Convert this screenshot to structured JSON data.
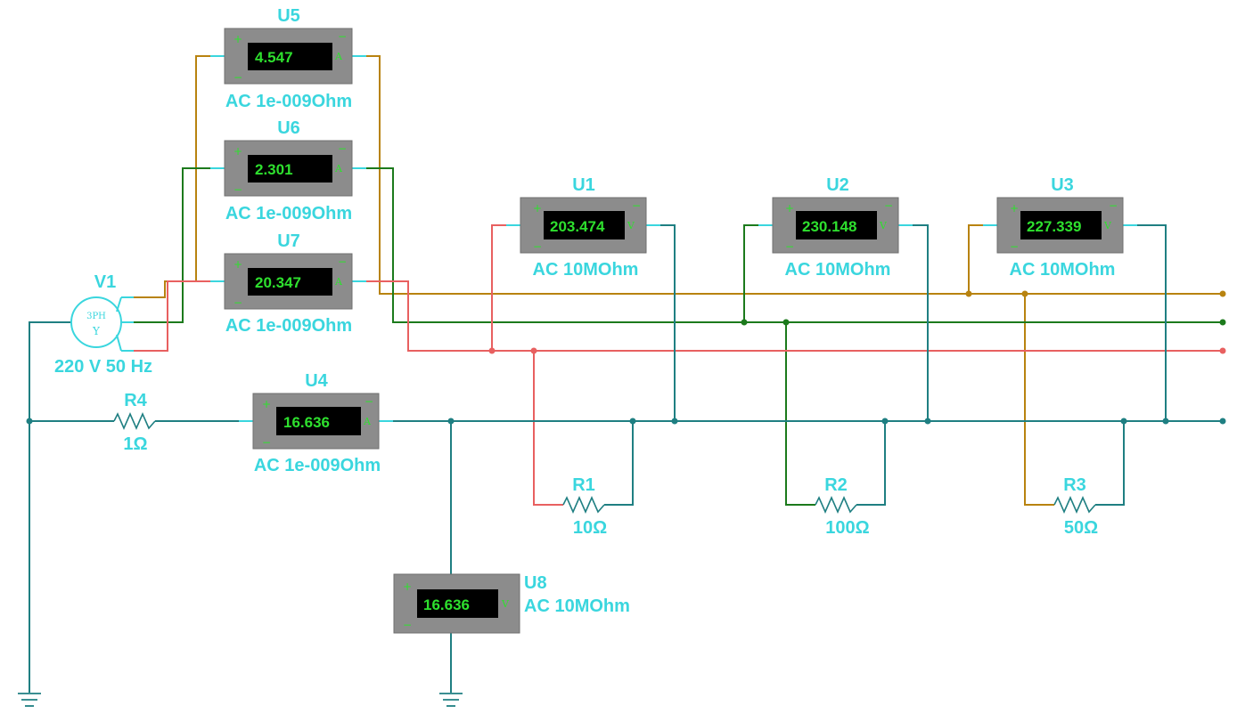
{
  "source": {
    "name": "V1",
    "symbol_top": "3PH",
    "symbol_bottom": "Y",
    "rating": "220 V 50 Hz"
  },
  "meters": {
    "U1": {
      "name": "U1",
      "value": "203.474",
      "unit": "V",
      "mode": "AC  10MOhm"
    },
    "U2": {
      "name": "U2",
      "value": "230.148",
      "unit": "V",
      "mode": "AC  10MOhm"
    },
    "U3": {
      "name": "U3",
      "value": "227.339",
      "unit": "V",
      "mode": "AC  10MOhm"
    },
    "U4": {
      "name": "U4",
      "value": "16.636",
      "unit": "A",
      "mode": "AC  1e-009Ohm"
    },
    "U5": {
      "name": "U5",
      "value": "4.547",
      "unit": "A",
      "mode": "AC  1e-009Ohm"
    },
    "U6": {
      "name": "U6",
      "value": "2.301",
      "unit": "A",
      "mode": "AC  1e-009Ohm"
    },
    "U7": {
      "name": "U7",
      "value": "20.347",
      "unit": "A",
      "mode": "AC  1e-009Ohm"
    },
    "U8": {
      "name": "U8",
      "value": "16.636",
      "unit": "V",
      "mode": "AC  10MOhm"
    }
  },
  "resistors": {
    "R1": {
      "name": "R1",
      "value": "10Ω"
    },
    "R2": {
      "name": "R2",
      "value": "100Ω"
    },
    "R3": {
      "name": "R3",
      "value": "50Ω"
    },
    "R4": {
      "name": "R4",
      "value": "1Ω"
    }
  },
  "signs": {
    "plus": "+",
    "minus": "−"
  },
  "wire_colors": {
    "neutral": "#1f7f82",
    "phase_green": "#1c7a1c",
    "phase_red": "#e86060",
    "phase_gold": "#b88310",
    "labels": "#3ad6de"
  }
}
